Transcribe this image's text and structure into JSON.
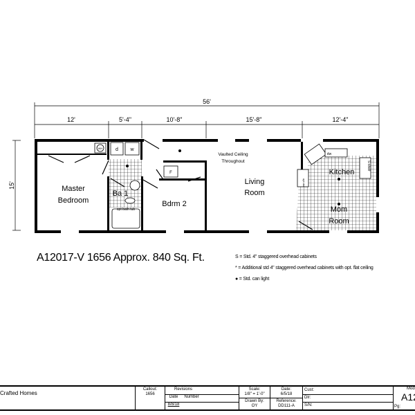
{
  "dimensions": {
    "overall": "56'",
    "segments": [
      "12'",
      "5'-4\"",
      "10'-8\"",
      "15'-8\"",
      "12'-4\""
    ],
    "width": "15'"
  },
  "rooms": {
    "master": [
      "Master",
      "Bedroom"
    ],
    "bath": "Ba 1",
    "bdrm2": "Bdrm 2",
    "living": [
      "Living",
      "Room"
    ],
    "vaulted": [
      "Vaulted Ceiling",
      "Throughout"
    ],
    "kitchen": "Kitchen",
    "mom": [
      "Mom",
      "Room"
    ],
    "fixtures": {
      "dryer": "d",
      "washer": "w",
      "water_heater": "WH",
      "furnace": "F",
      "opt_tub": "opt bath tub",
      "dishwasher": "dw",
      "opt_dw": "opt dw",
      "shelf": "S-shelf"
    }
  },
  "title": "A12017-V 1656  Approx. 840 Sq. Ft.",
  "legend": [
    "S = Std. 4\" staggered overhead cabinets",
    "* = Additional std 4\" staggered overhead cabinets with opt. flat ceiling",
    "● = Std. can light"
  ],
  "title_block": {
    "company": "Crafted Homes",
    "callout_label": "Callout:",
    "callout": "1656",
    "revisions_label": "Revisions",
    "date_label": "Date",
    "number_label": "Number",
    "rev_date": "8/8/18",
    "scale_label": "Scale:",
    "scale": "1/8\" = 1'-0\"",
    "drawn_label": "Drawn By:",
    "drawn": "OY",
    "date2_label": "Date:",
    "date2": "6/5/18",
    "ref_label": "Reference:",
    "ref": "DD111-A",
    "cust": "Cust:",
    "dir": "Dlr:",
    "sn": "S/N:",
    "model_label": "Mod",
    "model": "A12",
    "pg": "Pg:"
  }
}
